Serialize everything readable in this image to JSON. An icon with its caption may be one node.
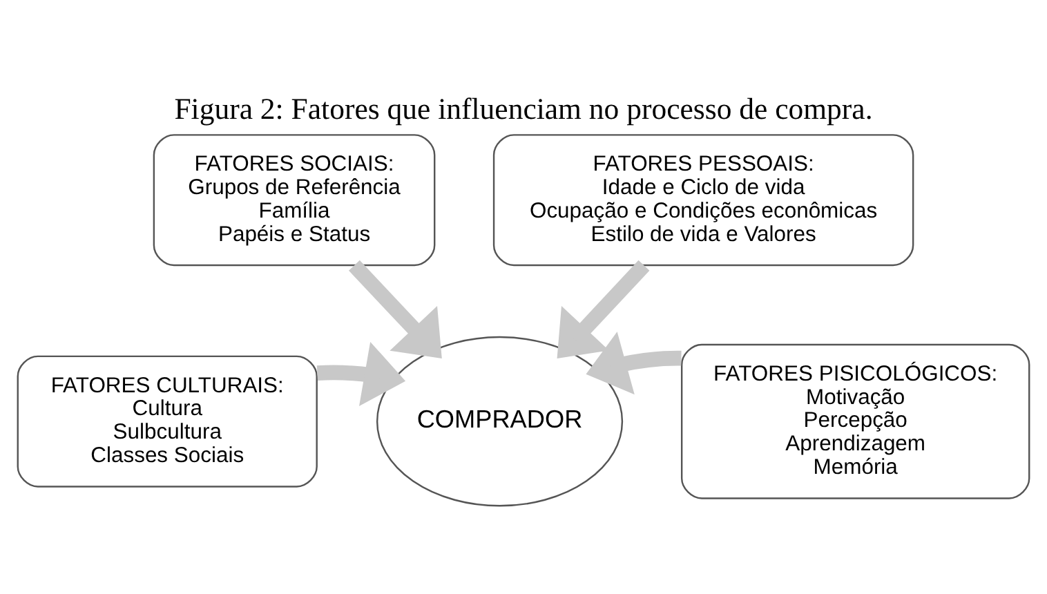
{
  "diagram": {
    "title": "Figura 2: Fatores que influenciam no processo de compra.",
    "nodes": [
      {
        "text": [
          "FATORES SOCIAIS:",
          "Grupos de Referência",
          "Família",
          "Papéis e Status"
        ]
      },
      {
        "text": [
          "FATORES PESSOAIS:",
          "Idade e Ciclo de vida",
          "Ocupação e Condições econômicas",
          "Estilo de vida e Valores"
        ]
      },
      {
        "text": [
          "FATORES CULTURAIS:",
          "Cultura",
          "Sulbcultura",
          "Classes Sociais"
        ]
      },
      {
        "text": [
          "FATORES PISICOLÓGICOS:",
          "Motivação",
          "Percepção",
          "Aprendizagem",
          "Memória"
        ]
      },
      {
        "text": [
          "COMPRADOR"
        ]
      }
    ],
    "edges": [
      {
        "from": 0,
        "to": 4,
        "arrow": "to"
      },
      {
        "from": 1,
        "to": 4,
        "arrow": "to"
      },
      {
        "from": 2,
        "to": 4,
        "arrow": "to"
      },
      {
        "from": 3,
        "to": 4,
        "arrow": "to"
      }
    ]
  }
}
